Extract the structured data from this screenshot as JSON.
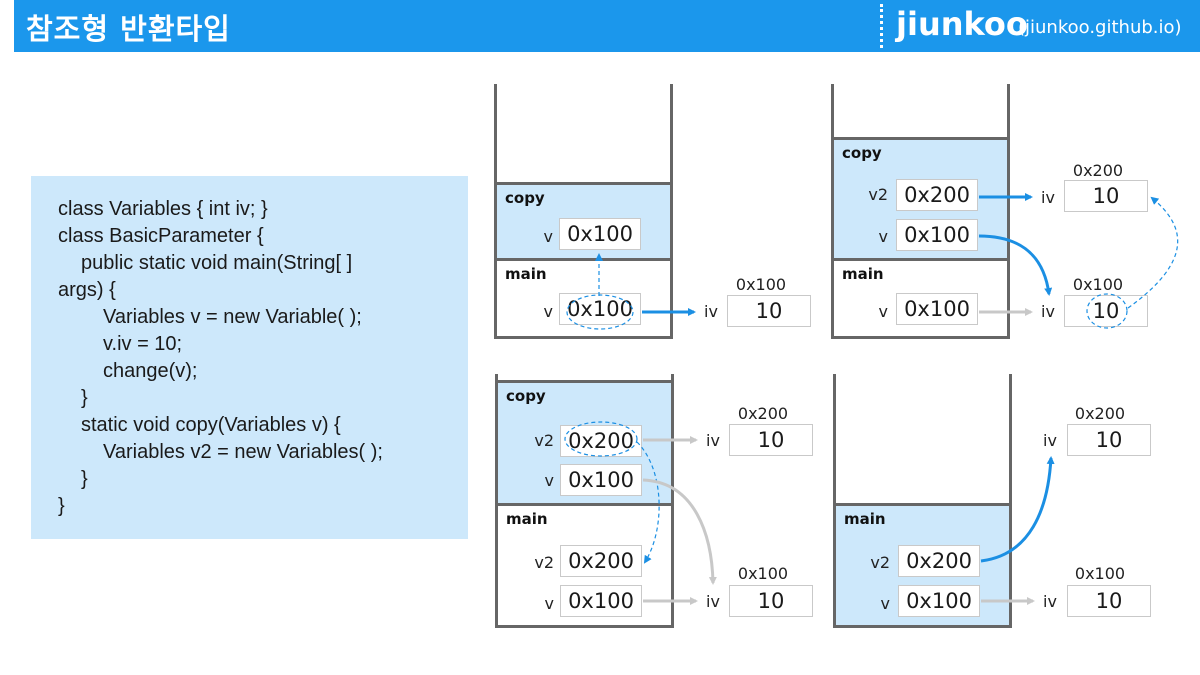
{
  "header": {
    "title": "참조형 반환타입",
    "brand": "jiunkoo",
    "brand_sub": "(jiunkoo.github.io)"
  },
  "code": {
    "lines": [
      "class Variables { int iv; }",
      "class BasicParameter {",
      "public static void main(String[ ]",
      "args) {",
      "Variables v = new Variable( );",
      "v.iv = 10;",
      "change(v);",
      "}",
      "static void copy(Variables v) {",
      "Variables v2 = new Variables( );",
      "}",
      "}"
    ]
  },
  "labels": {
    "copy": "copy",
    "main": "main",
    "v": "v",
    "v2": "v2",
    "iv": "iv"
  },
  "values": {
    "addr100": "0x100",
    "addr200": "0x200",
    "ten": "10"
  },
  "colors": {
    "header": "#1b97ec",
    "frame_fill": "#cde8fb",
    "arrow_blue": "#1b8fe3",
    "arrow_gray": "#c8c8c8"
  }
}
